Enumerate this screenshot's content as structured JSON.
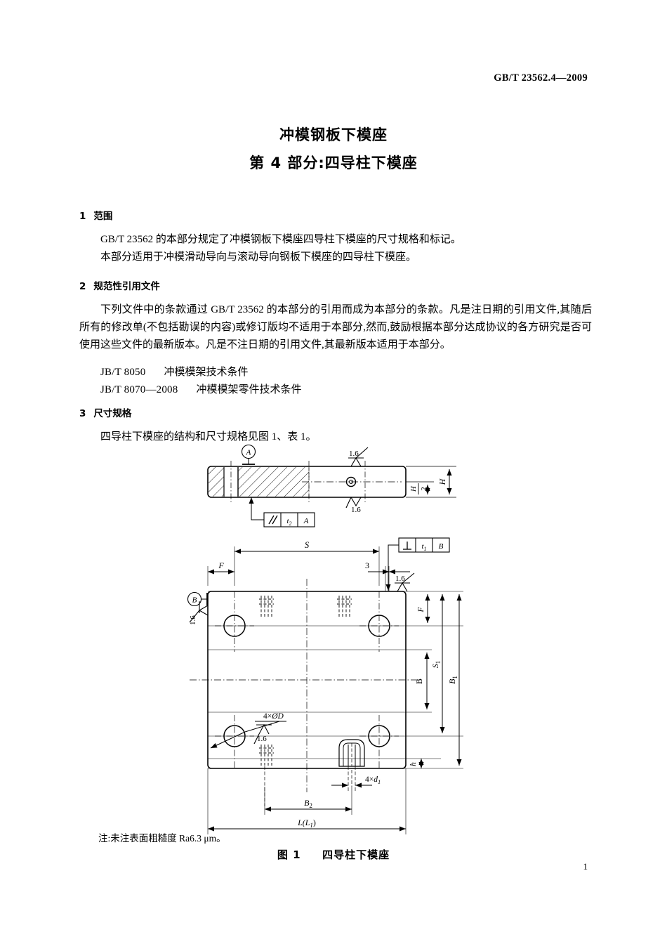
{
  "header": {
    "standard_no": "GB/T 23562.4—2009"
  },
  "title": {
    "main": "冲模钢板下模座",
    "sub": "第 4 部分:四导柱下模座"
  },
  "sections": [
    {
      "number": "1",
      "heading": "范围",
      "paragraphs": [
        "GB/T 23562 的本部分规定了冲模钢板下模座四导柱下模座的尺寸规格和标记。",
        "本部分适用于冲模滑动导向与滚动导向钢板下模座的四导柱下模座。"
      ]
    },
    {
      "number": "2",
      "heading": "规范性引用文件",
      "paragraphs": [
        "下列文件中的条款通过 GB/T 23562 的本部分的引用而成为本部分的条款。凡是注日期的引用文件,其随后所有的修改单(不包括勘误的内容)或修订版均不适用于本部分,然而,鼓励根据本部分达成协议的各方研究是否可使用这些文件的最新版本。凡是不注日期的引用文件,其最新版本适用于本部分。"
      ],
      "references": [
        {
          "code": "JB/T 8050",
          "name": "冲模模架技术条件"
        },
        {
          "code": "JB/T 8070—2008",
          "name": "冲模模架零件技术条件"
        }
      ]
    },
    {
      "number": "3",
      "heading": "尺寸规格",
      "paragraphs": [
        "四导柱下模座的结构和尺寸规格见图 1、表 1。"
      ]
    }
  ],
  "figure": {
    "note": "注:未注表面粗糙度 Ra6.3 μm。",
    "caption_label": "图 1",
    "caption_text": "四导柱下模座",
    "datums": {
      "a": "A",
      "b": "B"
    },
    "roughness": {
      "value": "1.6"
    },
    "gdt_parallelism": {
      "symbol": "//",
      "tolerance": "t",
      "tolerance_sub": "2",
      "datum": "A"
    },
    "gdt_perpendicularity": {
      "symbol": "⊥",
      "tolerance": "t",
      "tolerance_sub": "1",
      "datum": "B"
    },
    "dimensions": {
      "H": "H",
      "H_half_num": "H",
      "H_half_den": "2",
      "S": "S",
      "S1": "S",
      "S1_sub": "1",
      "F": "F",
      "B": "B",
      "B1": "B",
      "B1_sub": "1",
      "B2": "B",
      "B2_sub": "2",
      "L": "L(L",
      "L_sub": "1",
      "L_close": ")",
      "h": "h",
      "edge_3": "3",
      "bore_callout_prefix": "4×",
      "bore_callout_dia": "ØD",
      "hole_callout_prefix": "4×",
      "hole_callout_d": "d",
      "hole_callout_sub": "1"
    }
  },
  "page_number": "1"
}
